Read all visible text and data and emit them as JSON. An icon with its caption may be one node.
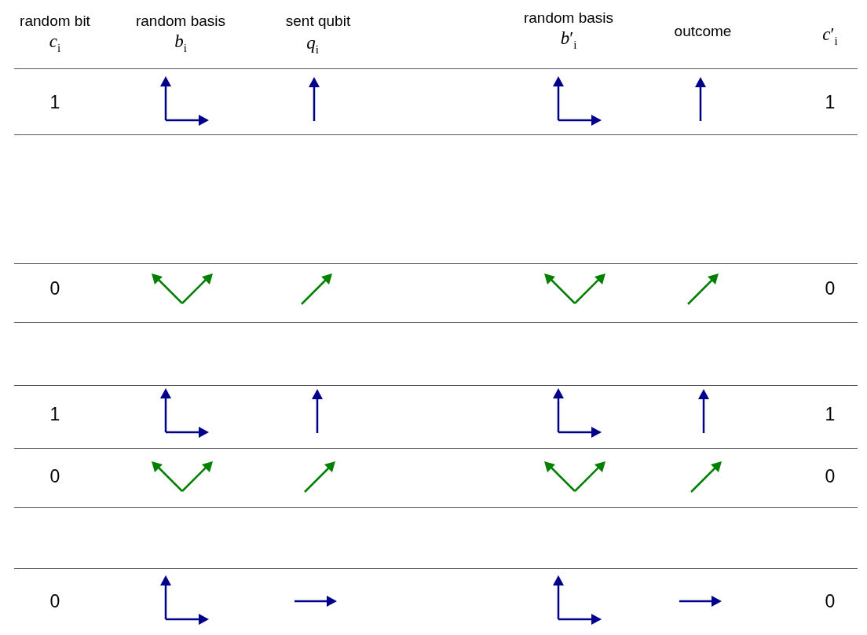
{
  "diagram": {
    "labels": [
      "random bit",
      "*c*$_{i}$",
      "random basis",
      "*b*$_{i}$",
      "sent qubit",
      "*q*$_{i}$",
      "random basis",
      "*b*′$_{i}$",
      "outcome",
      "*c*′$_{i}$",
      "1",
      "1",
      "0",
      "0",
      "1",
      "1",
      "0",
      "0",
      "0",
      "0"
    ]
  }
}
